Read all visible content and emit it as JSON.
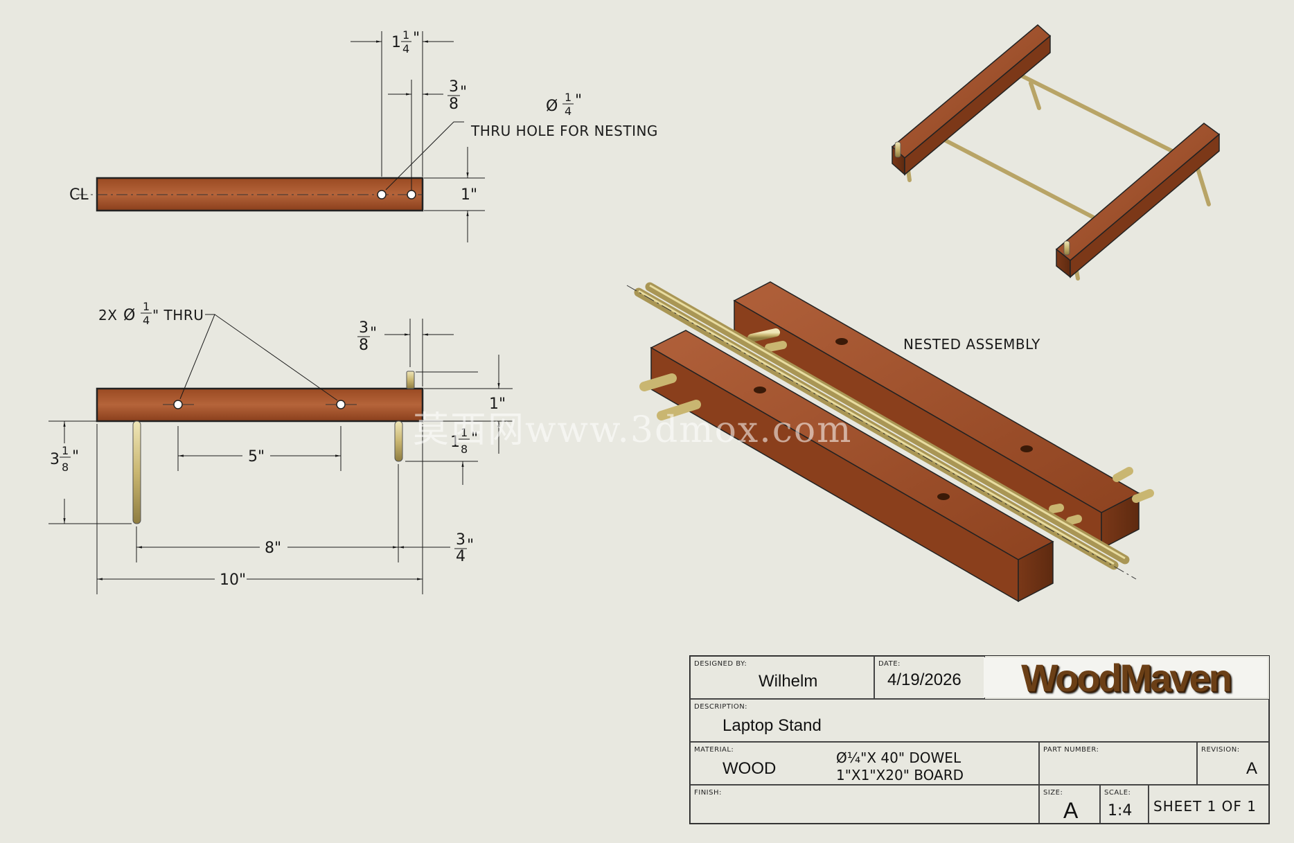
{
  "colors": {
    "background": "#e8e8e0",
    "wood": "#a0522d",
    "wood_dark": "#6e3418",
    "brass": "#c8b87a",
    "ink": "#1a1a1a"
  },
  "top_view": {
    "centerline_symbol": "CL",
    "dim_top_whole": "1",
    "dim_top_num": "1",
    "dim_top_den": "4",
    "dim_top_unit": "\"",
    "dim_mid_num": "3",
    "dim_mid_den": "8",
    "dim_mid_unit": "\"",
    "hole_dia_symbol": "Ø",
    "hole_num": "1",
    "hole_den": "4",
    "hole_unit": "\"",
    "hole_note": "THRU HOLE FOR NESTING",
    "dim_height": "1\""
  },
  "front_view": {
    "holes_prefix": "2X",
    "hole_dia_symbol": "Ø",
    "hole_num": "1",
    "hole_den": "4",
    "hole_suffix": "\" THRU",
    "dim_top_num": "3",
    "dim_top_den": "8",
    "dim_top_unit": "\"",
    "dim_right_height": "1\"",
    "dim_right_whole": "1",
    "dim_right_num": "1",
    "dim_right_den": "8",
    "dim_right_unit": "\"",
    "dim_left_whole": "3",
    "dim_left_num": "1",
    "dim_left_den": "8",
    "dim_left_unit": "\"",
    "dim_spacing": "5\"",
    "dim_leg_span": "8\"",
    "dim_total": "10\"",
    "dim_br_num": "3",
    "dim_br_den": "4",
    "dim_br_unit": "\""
  },
  "nested_label": "NESTED ASSEMBLY",
  "watermark": "莫西网www.3dmox.com",
  "title_block": {
    "designed_by_label": "DESIGNED BY:",
    "designed_by": "Wilhelm",
    "date_label": "DATE:",
    "date": "4/19/2026",
    "logo": "WoodMaven",
    "description_label": "DESCRIPTION:",
    "description": "Laptop Stand",
    "material_label": "MATERIAL:",
    "material": "WOOD",
    "material_line1": "Ø¼\"X 40\" DOWEL",
    "material_line2": "1\"X1\"X20\" BOARD",
    "part_number_label": "PART NUMBER:",
    "part_number": "",
    "revision_label": "REVISION:",
    "revision": "A",
    "finish_label": "FINISH:",
    "finish": "",
    "size_label": "SIZE:",
    "size": "A",
    "scale_label": "SCALE:",
    "scale": "1:4",
    "sheet": "SHEET 1 OF 1"
  }
}
